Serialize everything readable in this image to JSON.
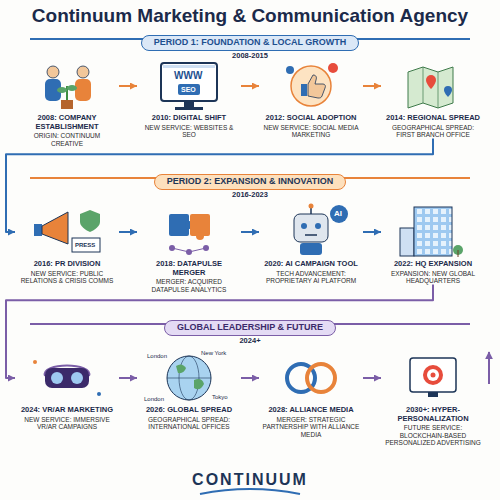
{
  "diagram": {
    "title": "Continuum Marketing & Communication Agency",
    "nodes": [
      {
        "text": [
          "PERIOD 1: FOUNDATION & LOCAL GROWTH",
          "2008-2015"
        ]
      },
      {
        "text": [
          "2008: COMPANY ESTABLISHMENT",
          "ORIGIN: CONTINUUM CREATIVE"
        ]
      },
      {
        "text": [
          "2010: DIGITAL SHIFT",
          "NEW SERVICE: WEBSITES & SEO"
        ]
      },
      {
        "text": [
          "2012: SOCIAL ADOPTION",
          "NEW SERVICE: SOCIAL MEDIA MARKETING"
        ]
      },
      {
        "text": [
          "2014: REGIONAL SPREAD",
          "GEOGRAPHICAL SPREAD: FIRST BRANCH OFFICE"
        ]
      },
      {
        "text": [
          "PERIOD 2: EXPANSION & INNOVATION",
          "2016-2023"
        ]
      },
      {
        "text": [
          "2016: PR DIVISION",
          "NEW SERVICE: PUBLIC RELATIONS & CRISIS COMMS"
        ]
      },
      {
        "text": [
          "2018: DATAPULSE MERGER",
          "MERGER: ACQUIRED DATAPULSE ANALYTICS"
        ]
      },
      {
        "text": [
          "2020: AI CAMPAIGN TOOL",
          "TECH ADVANCEMENT: PROPRIETARY AI PLATFORM"
        ]
      },
      {
        "text": [
          "2022: HQ EXPANSION",
          "EXPANSION: NEW GLOBAL HEADQUARTERS"
        ]
      },
      {
        "text": [
          "GLOBAL LEADERSHIP & FUTURE",
          "2024+"
        ]
      },
      {
        "text": [
          "2024: VR/AR MARKETING",
          "NEW SERVICE: IMMERSIVE VR/AR CAMPAIGNS"
        ]
      },
      {
        "text": [
          "2026: GLOBAL SPREAD",
          "GEOGRAPHICAL SPREAD: INTERNATIONAL OFFICES"
        ]
      },
      {
        "text": [
          "2028: ALLIANCE MEDIA",
          "MERGER: STRATEGIC PARTNERSHIP WITH ALLIANCE MEDIA"
        ]
      },
      {
        "text": [
          "2030+: HYPER-PERSONALIZATION",
          "FUTURE SERVICE: BLOCKCHAIN-BASED PERSONALIZED ADVERTISING"
        ]
      }
    ],
    "edges": [
      {
        "from": 1,
        "to": 2,
        "arrow": "to"
      },
      {
        "from": 2,
        "to": 3,
        "arrow": "to"
      },
      {
        "from": 3,
        "to": 4,
        "arrow": "to"
      },
      {
        "from": 4,
        "to": 6,
        "arrow": "to"
      },
      {
        "from": 6,
        "to": 7,
        "arrow": "to"
      },
      {
        "from": 7,
        "to": 8,
        "arrow": "to"
      },
      {
        "from": 8,
        "to": 9,
        "arrow": "to"
      },
      {
        "from": 9,
        "to": 11,
        "arrow": "to"
      },
      {
        "from": 11,
        "to": 12,
        "arrow": "to"
      },
      {
        "from": 12,
        "to": 13,
        "arrow": "to"
      },
      {
        "from": 13,
        "to": 14,
        "arrow": "to"
      }
    ],
    "labels": [
      "WWW",
      "SEO",
      "PRESS",
      "AI",
      "London",
      "New York",
      "London",
      "Tokyo",
      "CONTINUUM"
    ]
  }
}
